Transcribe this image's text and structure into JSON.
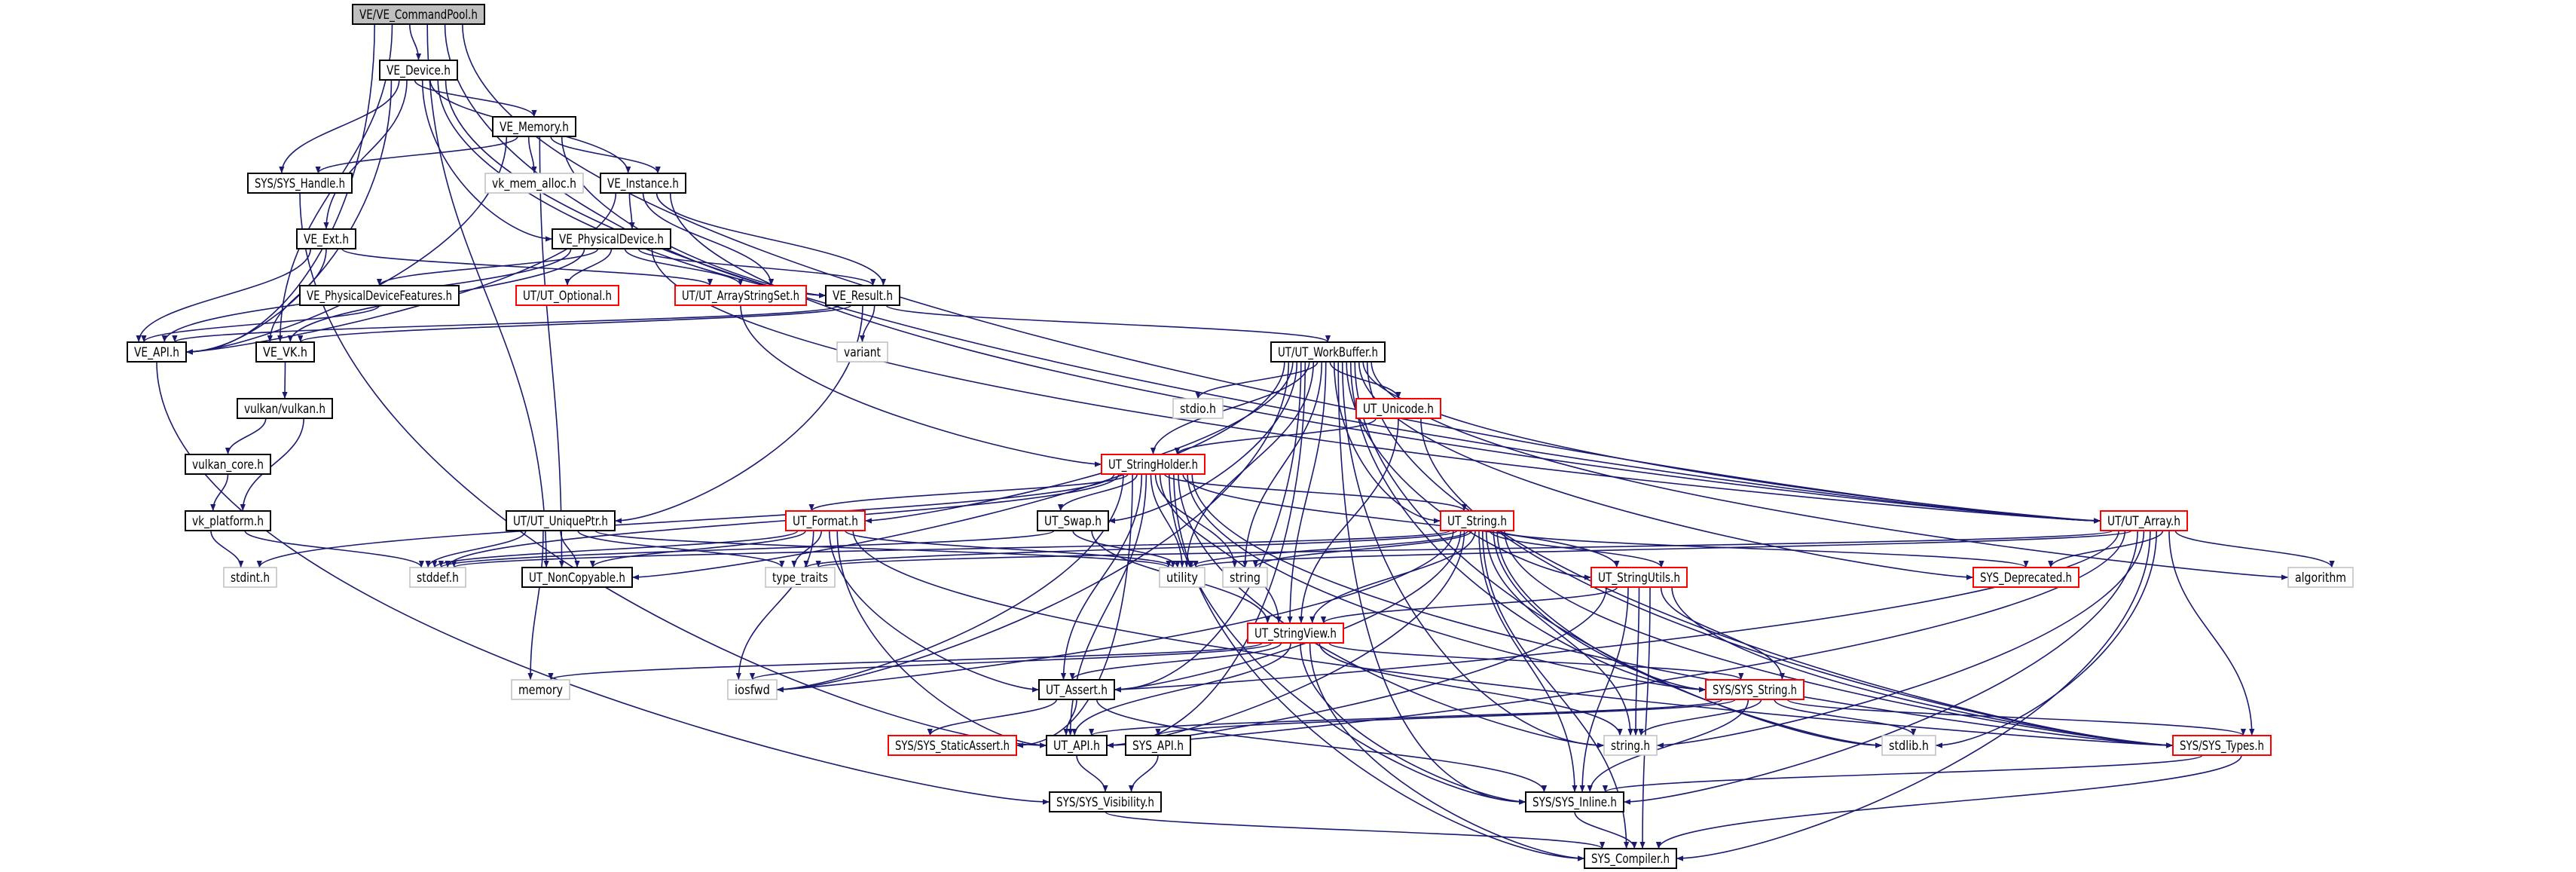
{
  "title": "VE/VE_CommandPool.h",
  "colors": {
    "edge": "#191970",
    "root_fill": "#bfbfbf",
    "red": "#ff0000",
    "gray": "#bfbfbf",
    "black": "#000000"
  },
  "nodes": {
    "commandpool": {
      "label": "VE/VE_CommandPool.h",
      "style": "root"
    },
    "device": {
      "label": "VE_Device.h",
      "style": "black"
    },
    "memory_h": {
      "label": "VE_Memory.h",
      "style": "black"
    },
    "sys_handle": {
      "label": "SYS/SYS_Handle.h",
      "style": "black"
    },
    "vk_mem_alloc": {
      "label": "vk_mem_alloc.h",
      "style": "gray"
    },
    "instance": {
      "label": "VE_Instance.h",
      "style": "black"
    },
    "ext": {
      "label": "VE_Ext.h",
      "style": "black"
    },
    "physdev": {
      "label": "VE_PhysicalDevice.h",
      "style": "black"
    },
    "physdevfeat": {
      "label": "VE_PhysicalDeviceFeatures.h",
      "style": "black"
    },
    "optional": {
      "label": "UT/UT_Optional.h",
      "style": "red"
    },
    "arraystringset": {
      "label": "UT/UT_ArrayStringSet.h",
      "style": "red"
    },
    "result": {
      "label": "VE_Result.h",
      "style": "black"
    },
    "ve_api": {
      "label": "VE_API.h",
      "style": "black"
    },
    "ve_vk": {
      "label": "VE_VK.h",
      "style": "black"
    },
    "variant": {
      "label": "variant",
      "style": "gray"
    },
    "workbuffer": {
      "label": "UT/UT_WorkBuffer.h",
      "style": "black"
    },
    "vulkan": {
      "label": "vulkan/vulkan.h",
      "style": "black"
    },
    "stdio": {
      "label": "stdio.h",
      "style": "gray"
    },
    "unicode": {
      "label": "UT_Unicode.h",
      "style": "red"
    },
    "vulkan_core": {
      "label": "vulkan_core.h",
      "style": "black"
    },
    "stringholder": {
      "label": "UT_StringHolder.h",
      "style": "red"
    },
    "vk_platform": {
      "label": "vk_platform.h",
      "style": "black"
    },
    "uniqueptr": {
      "label": "UT/UT_UniquePtr.h",
      "style": "black"
    },
    "format": {
      "label": "UT_Format.h",
      "style": "red"
    },
    "swap": {
      "label": "UT_Swap.h",
      "style": "black"
    },
    "ut_string": {
      "label": "UT_String.h",
      "style": "red"
    },
    "ut_array": {
      "label": "UT/UT_Array.h",
      "style": "red"
    },
    "stdint": {
      "label": "stdint.h",
      "style": "gray"
    },
    "stddef": {
      "label": "stddef.h",
      "style": "gray"
    },
    "noncopyable": {
      "label": "UT_NonCopyable.h",
      "style": "black"
    },
    "type_traits": {
      "label": "type_traits",
      "style": "gray"
    },
    "utility": {
      "label": "utility",
      "style": "gray"
    },
    "string": {
      "label": "string",
      "style": "gray"
    },
    "stringutils": {
      "label": "UT_StringUtils.h",
      "style": "red"
    },
    "deprecated": {
      "label": "SYS_Deprecated.h",
      "style": "red"
    },
    "algorithm": {
      "label": "algorithm",
      "style": "gray"
    },
    "stringview": {
      "label": "UT_StringView.h",
      "style": "red"
    },
    "memory": {
      "label": "memory",
      "style": "gray"
    },
    "iosfwd": {
      "label": "iosfwd",
      "style": "gray"
    },
    "assert": {
      "label": "UT_Assert.h",
      "style": "black"
    },
    "sys_string": {
      "label": "SYS/SYS_String.h",
      "style": "red"
    },
    "staticassert": {
      "label": "SYS/SYS_StaticAssert.h",
      "style": "red"
    },
    "ut_api": {
      "label": "UT_API.h",
      "style": "black"
    },
    "sys_api": {
      "label": "SYS_API.h",
      "style": "black"
    },
    "string_h": {
      "label": "string.h",
      "style": "gray"
    },
    "stdlib": {
      "label": "stdlib.h",
      "style": "gray"
    },
    "sys_types": {
      "label": "SYS/SYS_Types.h",
      "style": "red"
    },
    "visibility": {
      "label": "SYS/SYS_Visibility.h",
      "style": "black"
    },
    "inline": {
      "label": "SYS/SYS_Inline.h",
      "style": "black"
    },
    "compiler": {
      "label": "SYS_Compiler.h",
      "style": "black"
    }
  },
  "edges": [
    [
      "commandpool",
      "device"
    ],
    [
      "commandpool",
      "ve_api"
    ],
    [
      "commandpool",
      "ve_vk"
    ],
    [
      "commandpool",
      "result"
    ],
    [
      "commandpool",
      "noncopyable"
    ],
    [
      "commandpool",
      "ut_array"
    ],
    [
      "device",
      "memory_h"
    ],
    [
      "device",
      "sys_handle"
    ],
    [
      "device",
      "ext"
    ],
    [
      "device",
      "physdev"
    ],
    [
      "device",
      "instance"
    ],
    [
      "device",
      "result"
    ],
    [
      "device",
      "ve_api"
    ],
    [
      "device",
      "ut_array"
    ],
    [
      "memory_h",
      "sys_handle"
    ],
    [
      "memory_h",
      "vk_mem_alloc"
    ],
    [
      "memory_h",
      "instance"
    ],
    [
      "memory_h",
      "result"
    ],
    [
      "memory_h",
      "ve_api"
    ],
    [
      "memory_h",
      "noncopyable"
    ],
    [
      "sys_handle",
      "ut_api"
    ],
    [
      "instance",
      "physdev"
    ],
    [
      "instance",
      "arraystringset"
    ],
    [
      "instance",
      "result"
    ],
    [
      "instance",
      "ve_api"
    ],
    [
      "instance",
      "ut_array"
    ],
    [
      "ext",
      "arraystringset"
    ],
    [
      "ext",
      "ve_api"
    ],
    [
      "ext",
      "ve_vk"
    ],
    [
      "physdev",
      "physdevfeat"
    ],
    [
      "physdev",
      "optional"
    ],
    [
      "physdev",
      "arraystringset"
    ],
    [
      "physdev",
      "result"
    ],
    [
      "physdev",
      "ve_api"
    ],
    [
      "physdev",
      "ve_vk"
    ],
    [
      "physdev",
      "ut_array"
    ],
    [
      "physdevfeat",
      "ve_api"
    ],
    [
      "arraystringset",
      "stringholder"
    ],
    [
      "result",
      "ve_api"
    ],
    [
      "result",
      "ve_vk"
    ],
    [
      "result",
      "variant"
    ],
    [
      "result",
      "workbuffer"
    ],
    [
      "result",
      "uniqueptr"
    ],
    [
      "ve_api",
      "visibility"
    ],
    [
      "ve_vk",
      "vulkan"
    ],
    [
      "vulkan",
      "vulkan_core"
    ],
    [
      "vulkan",
      "vk_platform"
    ],
    [
      "vulkan_core",
      "vk_platform"
    ],
    [
      "vk_platform",
      "stdint"
    ],
    [
      "vk_platform",
      "stddef"
    ],
    [
      "workbuffer",
      "stdio"
    ],
    [
      "workbuffer",
      "unicode"
    ],
    [
      "workbuffer",
      "stringholder"
    ],
    [
      "workbuffer",
      "ut_string"
    ],
    [
      "workbuffer",
      "stringutils"
    ],
    [
      "workbuffer",
      "ut_array"
    ],
    [
      "workbuffer",
      "format"
    ],
    [
      "workbuffer",
      "swap"
    ],
    [
      "workbuffer",
      "assert"
    ],
    [
      "workbuffer",
      "ut_api"
    ],
    [
      "workbuffer",
      "utility"
    ],
    [
      "workbuffer",
      "string"
    ],
    [
      "workbuffer",
      "sys_string"
    ],
    [
      "workbuffer",
      "sys_types"
    ],
    [
      "workbuffer",
      "inline"
    ],
    [
      "workbuffer",
      "deprecated"
    ],
    [
      "workbuffer",
      "algorithm"
    ],
    [
      "workbuffer",
      "string_h"
    ],
    [
      "workbuffer",
      "stdlib"
    ],
    [
      "workbuffer",
      "noncopyable"
    ],
    [
      "workbuffer",
      "iosfwd"
    ],
    [
      "workbuffer",
      "stringview"
    ],
    [
      "unicode",
      "stringholder"
    ],
    [
      "unicode",
      "stringview"
    ],
    [
      "unicode",
      "sys_types"
    ],
    [
      "stringholder",
      "swap"
    ],
    [
      "stringholder",
      "ut_string"
    ],
    [
      "stringholder",
      "format"
    ],
    [
      "stringholder",
      "stringutils"
    ],
    [
      "stringholder",
      "stringview"
    ],
    [
      "stringholder",
      "assert"
    ],
    [
      "stringholder",
      "ut_api"
    ],
    [
      "stringholder",
      "utility"
    ],
    [
      "stringholder",
      "string"
    ],
    [
      "stringholder",
      "sys_string"
    ],
    [
      "stringholder",
      "sys_types"
    ],
    [
      "stringholder",
      "inline"
    ],
    [
      "stringholder",
      "staticassert"
    ],
    [
      "stringholder",
      "compiler"
    ],
    [
      "stringholder",
      "stdint"
    ],
    [
      "stringholder",
      "stddef"
    ],
    [
      "stringholder",
      "iosfwd"
    ],
    [
      "stringholder",
      "string_h"
    ],
    [
      "swap",
      "utility"
    ],
    [
      "swap",
      "stringview"
    ],
    [
      "swap",
      "stddef"
    ],
    [
      "format",
      "noncopyable"
    ],
    [
      "format",
      "type_traits"
    ],
    [
      "format",
      "iosfwd"
    ],
    [
      "format",
      "assert"
    ],
    [
      "format",
      "ut_api"
    ],
    [
      "format",
      "sys_types"
    ],
    [
      "format",
      "stddef"
    ],
    [
      "format",
      "utility"
    ],
    [
      "uniqueptr",
      "stddef"
    ],
    [
      "uniqueptr",
      "memory"
    ],
    [
      "uniqueptr",
      "noncopyable"
    ],
    [
      "uniqueptr",
      "type_traits"
    ],
    [
      "uniqueptr",
      "utility"
    ],
    [
      "ut_string",
      "utility"
    ],
    [
      "ut_string",
      "string"
    ],
    [
      "ut_string",
      "stringview"
    ],
    [
      "ut_string",
      "stringutils"
    ],
    [
      "ut_string",
      "assert"
    ],
    [
      "ut_string",
      "ut_api"
    ],
    [
      "ut_string",
      "sys_string"
    ],
    [
      "ut_string",
      "sys_types"
    ],
    [
      "ut_string",
      "inline"
    ],
    [
      "ut_string",
      "deprecated"
    ],
    [
      "ut_string",
      "compiler"
    ],
    [
      "ut_string",
      "string_h"
    ],
    [
      "ut_string",
      "stdlib"
    ],
    [
      "ut_string",
      "iosfwd"
    ],
    [
      "ut_string",
      "type_traits"
    ],
    [
      "ut_string",
      "stddef"
    ],
    [
      "stringutils",
      "stringview"
    ],
    [
      "stringutils",
      "sys_string"
    ],
    [
      "stringutils",
      "sys_types"
    ],
    [
      "stringutils",
      "inline"
    ],
    [
      "stringutils",
      "ut_api"
    ],
    [
      "stringutils",
      "string_h"
    ],
    [
      "stringutils",
      "compiler"
    ],
    [
      "ut_array",
      "deprecated"
    ],
    [
      "ut_array",
      "algorithm"
    ],
    [
      "ut_array",
      "sys_types"
    ],
    [
      "ut_array",
      "inline"
    ],
    [
      "ut_array",
      "string_h"
    ],
    [
      "ut_array",
      "assert"
    ],
    [
      "ut_array",
      "compiler"
    ],
    [
      "ut_array",
      "utility"
    ],
    [
      "ut_array",
      "type_traits"
    ],
    [
      "ut_array",
      "ut_api"
    ],
    [
      "ut_array",
      "stdlib"
    ],
    [
      "stringview",
      "assert"
    ],
    [
      "stringview",
      "ut_api"
    ],
    [
      "stringview",
      "sys_string"
    ],
    [
      "stringview",
      "inline"
    ],
    [
      "stringview",
      "compiler"
    ],
    [
      "stringview",
      "string_h"
    ],
    [
      "stringview",
      "memory"
    ],
    [
      "stringview",
      "iosfwd"
    ],
    [
      "assert",
      "staticassert"
    ],
    [
      "assert",
      "ut_api"
    ],
    [
      "assert",
      "inline"
    ],
    [
      "sys_string",
      "sys_api"
    ],
    [
      "sys_string",
      "sys_types"
    ],
    [
      "sys_string",
      "inline"
    ],
    [
      "sys_string",
      "stdlib"
    ],
    [
      "sys_string",
      "string_h"
    ],
    [
      "sys_string",
      "ut_api"
    ],
    [
      "ut_api",
      "visibility"
    ],
    [
      "sys_api",
      "visibility"
    ],
    [
      "visibility",
      "compiler"
    ],
    [
      "inline",
      "compiler"
    ],
    [
      "sys_types",
      "inline"
    ],
    [
      "sys_types",
      "compiler"
    ]
  ]
}
